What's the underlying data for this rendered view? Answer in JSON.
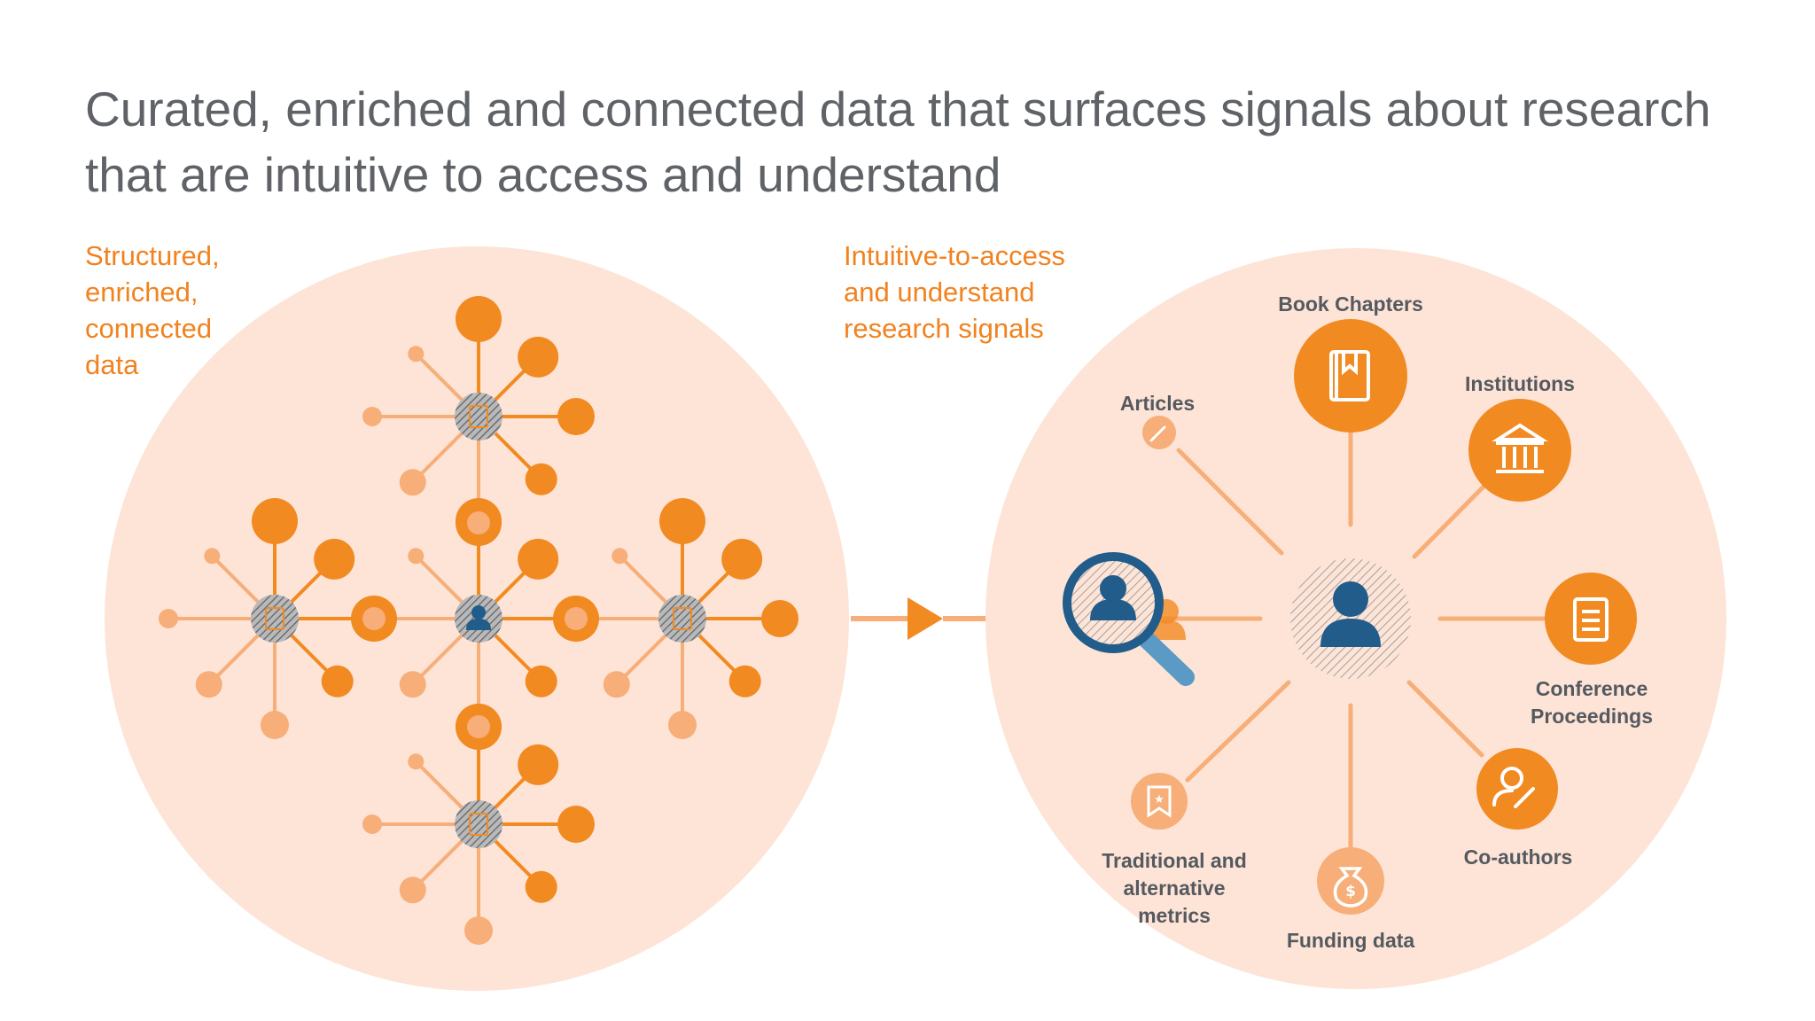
{
  "title": "Curated, enriched and connected data that surfaces signals about research that are intuitive to access and understand",
  "left_panel": {
    "label_lines": [
      "Structured,",
      "enriched,",
      "connected",
      "data"
    ]
  },
  "right_panel": {
    "label_lines": [
      "Intuitive-to-access",
      "and understand",
      "research signals"
    ],
    "nodes": {
      "book_chapters": {
        "label": "Book Chapters",
        "icon": "book-icon"
      },
      "institutions": {
        "label": "Institutions",
        "icon": "institution-icon"
      },
      "articles": {
        "label": "Articles",
        "icon": "pencil-icon"
      },
      "conference": {
        "label_lines": [
          "Conference",
          "Proceedings"
        ],
        "icon": "document-icon"
      },
      "coauthors": {
        "label": "Co-authors",
        "icon": "person-edit-icon"
      },
      "funding": {
        "label": "Funding data",
        "icon": "money-bag-icon"
      },
      "metrics": {
        "label_lines": [
          "Traditional and",
          "alternative",
          "metrics"
        ],
        "icon": "bookmark-star-icon"
      }
    },
    "center_icon": "researcher-icon",
    "search_icon": "magnifier-person-icon"
  },
  "colors": {
    "bg_circle": "#fde4d6",
    "orange": "#f28a22",
    "light_orange": "#f7ae78",
    "dark_node": "#7c7f85",
    "navy": "#215c8a",
    "text_orange": "#f1821f",
    "text_gray": "#5f6266"
  }
}
